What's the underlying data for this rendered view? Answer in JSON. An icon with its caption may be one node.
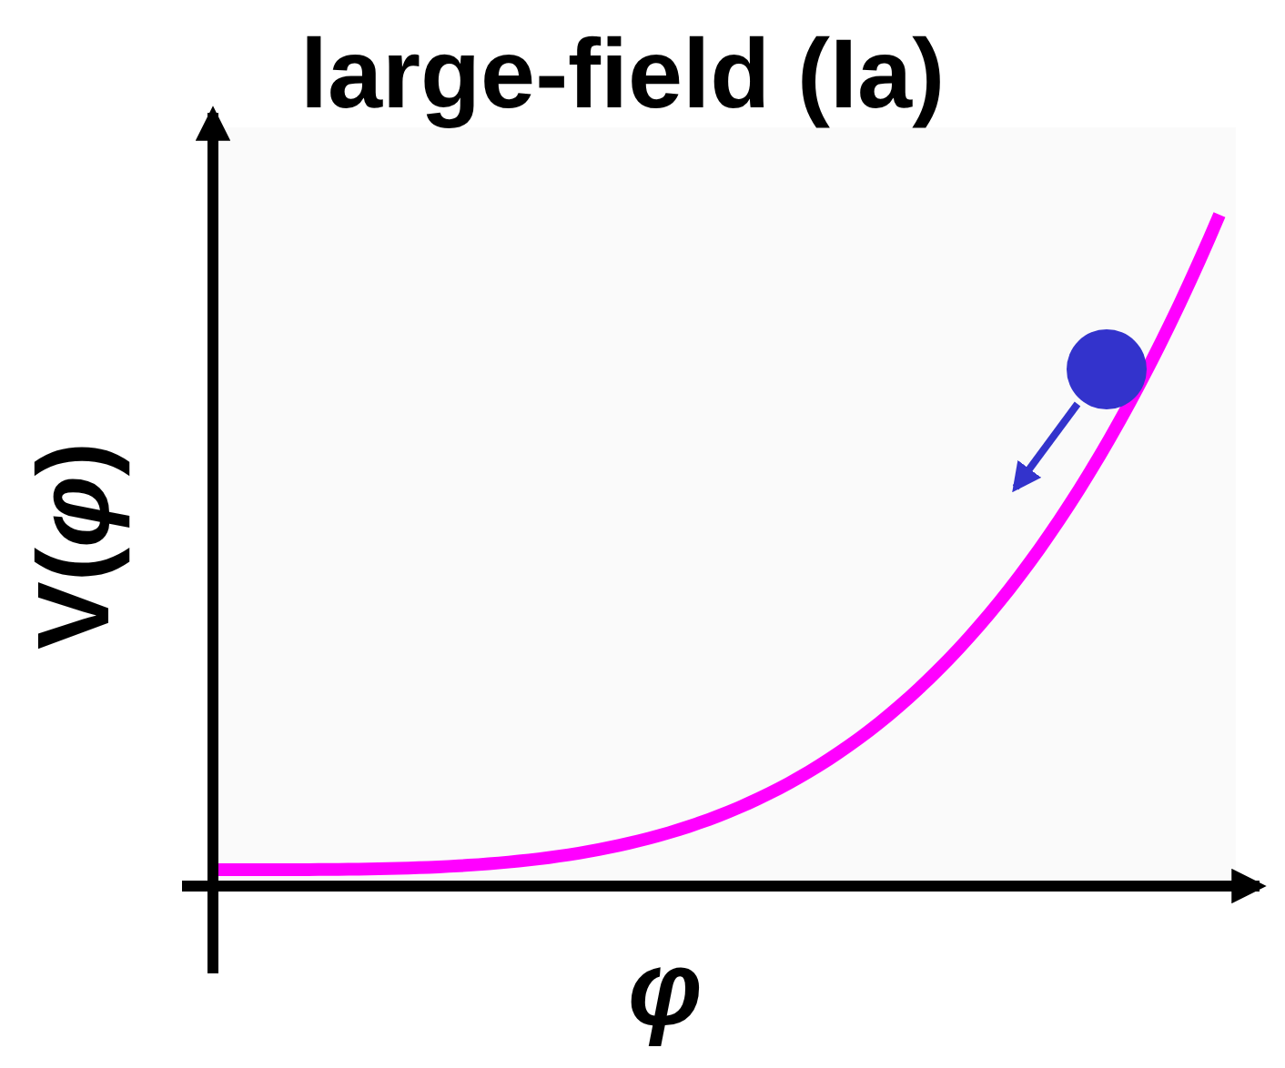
{
  "diagram": {
    "title": "large-field (Ia)",
    "labels": [
      "V(*φ*)",
      "φ"
    ]
  }
}
